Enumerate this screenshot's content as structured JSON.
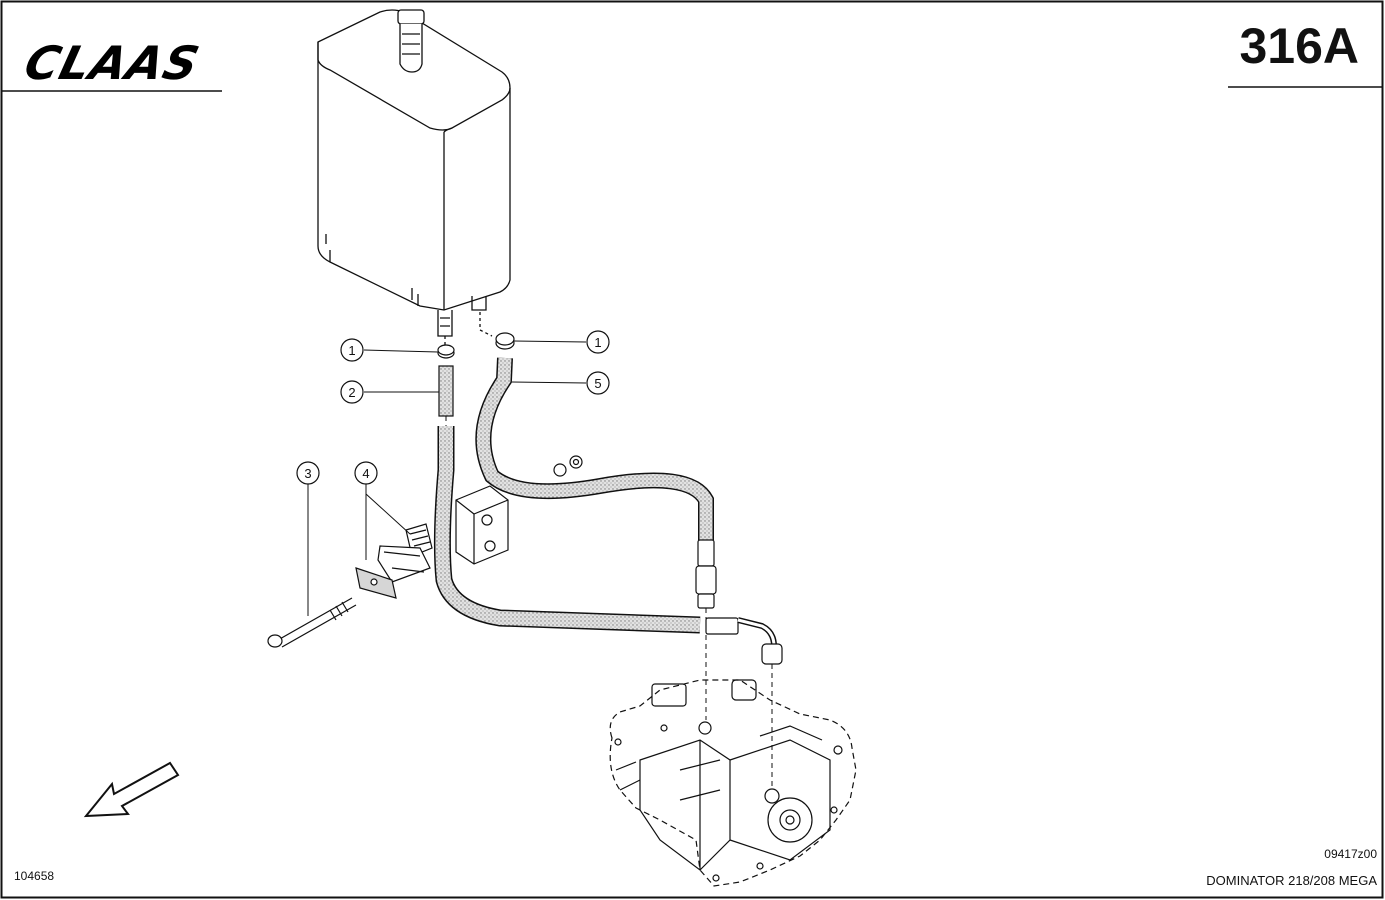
{
  "header": {
    "brand": "CLAAS",
    "page_number": "316A"
  },
  "footer": {
    "image_ref": "104658",
    "drawing_code": "09417z00",
    "model": "DOMINATOR 218/208 MEGA"
  },
  "callouts": [
    {
      "id": "callout-1-left",
      "label": "1"
    },
    {
      "id": "callout-2",
      "label": "2"
    },
    {
      "id": "callout-3",
      "label": "3"
    },
    {
      "id": "callout-4",
      "label": "4"
    },
    {
      "id": "callout-1-right",
      "label": "1"
    },
    {
      "id": "callout-5",
      "label": "5"
    }
  ],
  "icons": {
    "direction": "travel-direction-arrow-icon"
  },
  "colors": {
    "line": "#111111",
    "hose_fill": "#d9d9d9"
  }
}
